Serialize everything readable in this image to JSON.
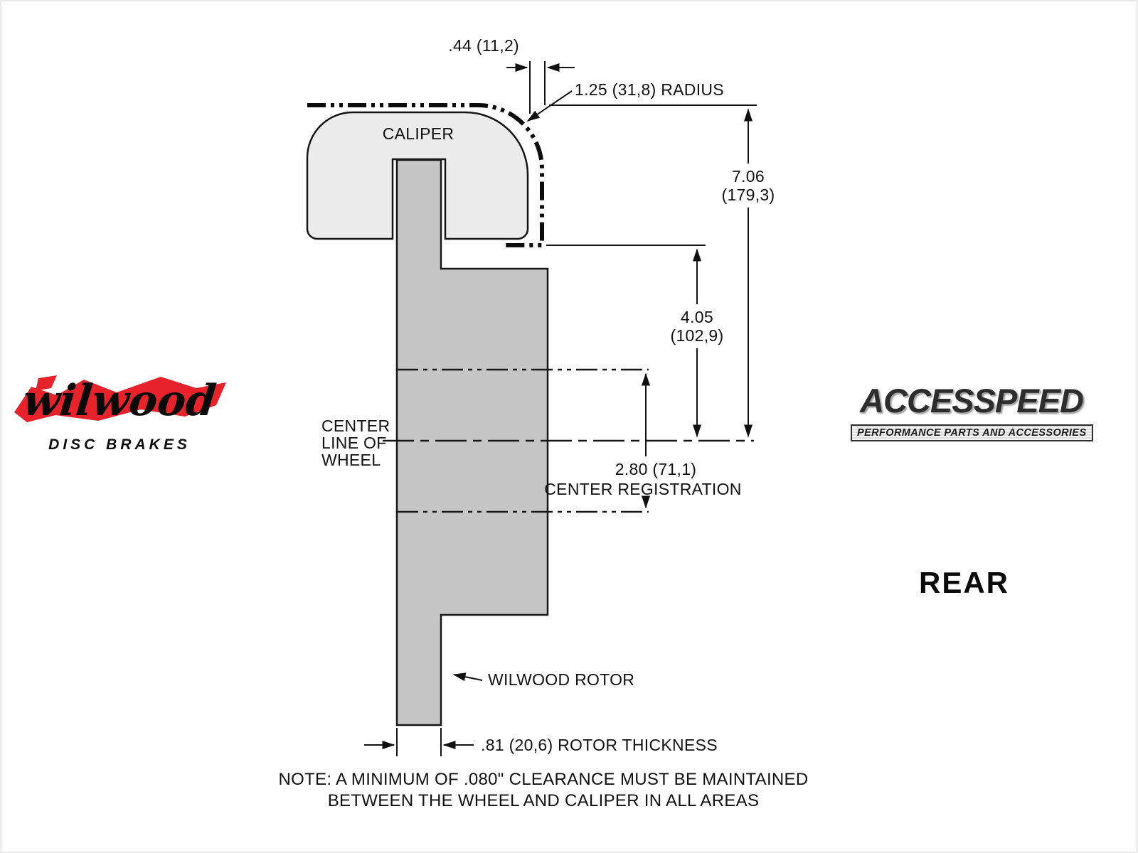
{
  "diagram": {
    "caliper_label": "CALIPER",
    "dim_top_gap": ".44 (11,2)",
    "dim_radius": "1.25 (31,8) RADIUS",
    "dim_height_in": "7.06",
    "dim_height_mm": "(179,3)",
    "dim_mid_in": "4.05",
    "dim_mid_mm": "(102,9)",
    "centerline_l1": "CENTER",
    "centerline_l2": "LINE OF",
    "centerline_l3": "WHEEL",
    "dim_reg_value": "2.80 (71,1)",
    "dim_reg_label": "CENTER REGISTRATION",
    "rotor_label": "WILWOOD ROTOR",
    "dim_thickness": ".81 (20,6) ROTOR THICKNESS",
    "note_line1": "NOTE: A MINIMUM OF .080\" CLEARANCE MUST BE MAINTAINED",
    "note_line2": "BETWEEN THE WHEEL AND CALIPER IN ALL AREAS"
  },
  "branding": {
    "wilwood_name": "wilwood",
    "wilwood_sub": "DISC BRAKES",
    "accesspeed_name": "ACCESSPEED",
    "accesspeed_sub": "PERFORMANCE PARTS AND ACCESSORIES",
    "position_label": "REAR"
  },
  "colors": {
    "rotor_fill": "#c5c5c5",
    "caliper_fill": "#ececec",
    "line_color": "#141414",
    "brush_red": "#e8222a"
  }
}
